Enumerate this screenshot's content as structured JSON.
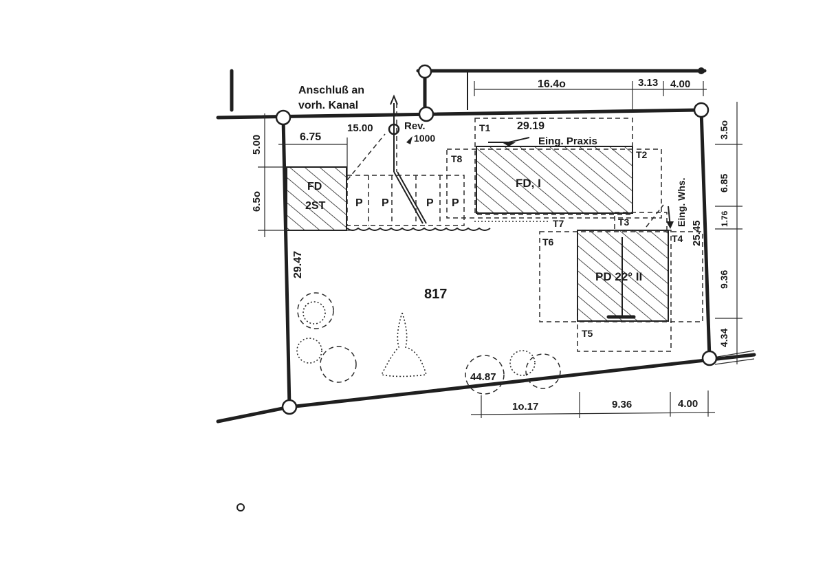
{
  "annotations": {
    "connection_line1": "Anschluß an",
    "connection_line2": "vorh. Kanal",
    "rev_label": "Rev.",
    "rev_value": "1000",
    "eing_praxis": "Eing. Praxis",
    "eing_whs": "Eing. Whs."
  },
  "buildings": {
    "garage_line1": "FD",
    "garage_line2": "2ST",
    "building_a": "FD, I",
    "building_b": "PD 22° II"
  },
  "parking_label": "P",
  "lot_number": "817",
  "points": [
    "T1",
    "T2",
    "T3",
    "T4",
    "T5",
    "T6",
    "T7",
    "T8"
  ],
  "dimensions": {
    "top_16_40": "16.4o",
    "top_3_13": "3.13",
    "top_4_00": "4.00",
    "d_6_75": "6.75",
    "d_15_00": "15.00",
    "d_29_19": "29.19",
    "left_5_00": "5.00",
    "left_6_50": "6.5o",
    "left_29_47": "29.47",
    "right_3_50": "3.5o",
    "right_6_85": "6.85",
    "right_1_76": "1.76",
    "right_9_36": "9.36",
    "right_4_34": "4.34",
    "right_25_45": "25.45",
    "bottom_44_87": "44.87",
    "bottom_10_17": "1o.17",
    "bottom_9_36": "9.36",
    "bottom_4_00": "4.00"
  },
  "colors": {
    "ink": "#1f1f1f",
    "paper": "#ffffff"
  }
}
